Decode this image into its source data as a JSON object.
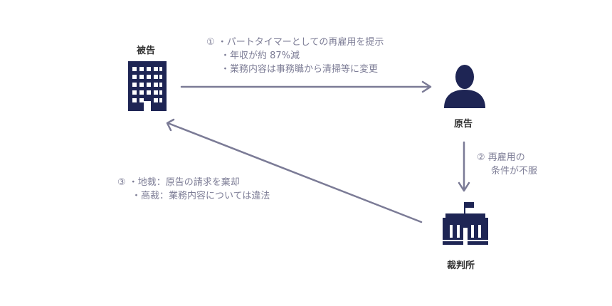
{
  "nodes": {
    "defendant": {
      "label": "被告",
      "icon": "office-building-icon"
    },
    "plaintiff": {
      "label": "原告",
      "icon": "person-icon"
    },
    "court": {
      "label": "裁判所",
      "icon": "courthouse-icon"
    }
  },
  "edges": {
    "step1": {
      "lines": [
        "① ・パートタイマーとしての再雇用を提示",
        "・年収が約 87%減",
        "・業務内容は事務職から清掃等に変更"
      ]
    },
    "step2": {
      "lines": [
        "② 再雇用の",
        "条件が不服"
      ]
    },
    "step3": {
      "lines": [
        "③ ・地裁：原告の請求を棄却",
        "・高裁：業務内容については違法"
      ]
    }
  },
  "colors": {
    "icon_navy": "#1e2554",
    "arrow": "#7b7b96",
    "note_text": "#7d7d96",
    "label_text": "#333333"
  }
}
